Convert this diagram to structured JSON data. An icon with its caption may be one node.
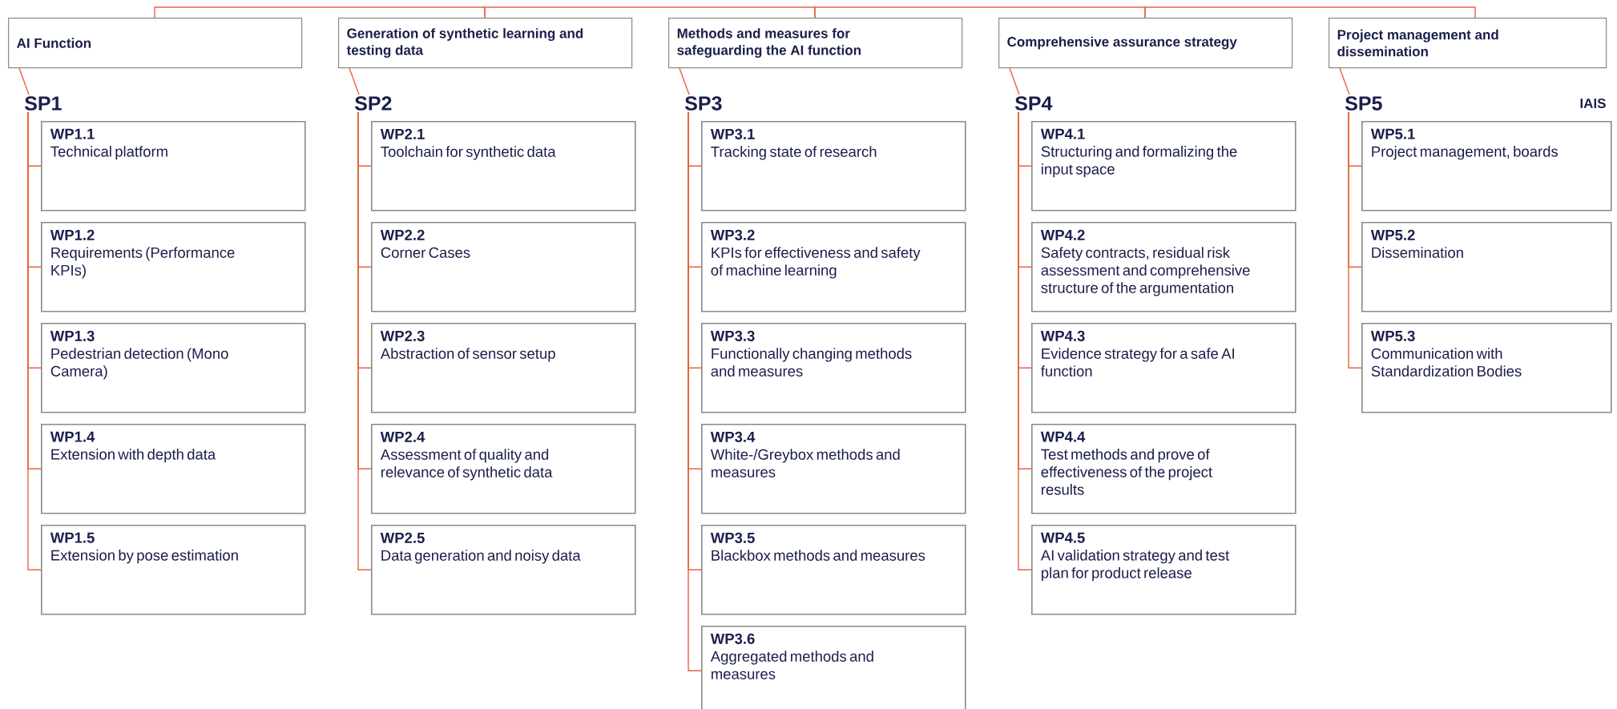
{
  "diagram": {
    "nodes": [
      {
        "text": [
          "AI Function"
        ]
      },
      {
        "text": [
          "SP1"
        ]
      },
      {
        "text": [
          "WP1.1",
          "Technical platform"
        ]
      },
      {
        "text": [
          "WP1.2",
          "Requirements (Performance KPIs)"
        ]
      },
      {
        "text": [
          "WP1.3",
          "Pedestrian detection (Mono Camera)"
        ]
      },
      {
        "text": [
          "WP1.4",
          "Extension with depth data"
        ]
      },
      {
        "text": [
          "WP1.5",
          "Extension by pose estimation"
        ]
      },
      {
        "text": [
          "Generation of synthetic learning and testing data"
        ]
      },
      {
        "text": [
          "SP2"
        ]
      },
      {
        "text": [
          "WP2.1",
          "Toolchain for synthetic data"
        ]
      },
      {
        "text": [
          "WP2.2",
          "Corner Cases"
        ]
      },
      {
        "text": [
          "WP2.3",
          "Abstraction of sensor setup"
        ]
      },
      {
        "text": [
          "WP2.4",
          "Assessment of quality and relevance of synthetic data"
        ]
      },
      {
        "text": [
          "WP2.5",
          "Data generation and noisy data"
        ]
      },
      {
        "text": [
          "Methods and measures for safeguarding the AI function"
        ]
      },
      {
        "text": [
          "SP3"
        ]
      },
      {
        "text": [
          "WP3.1",
          "Tracking state of research"
        ]
      },
      {
        "text": [
          "WP3.2",
          "KPIs for effectiveness and safety of machine learning"
        ]
      },
      {
        "text": [
          "WP3.3",
          "Functionally changing methods and measures"
        ]
      },
      {
        "text": [
          "WP3.4",
          "White-/Greybox methods and measures"
        ]
      },
      {
        "text": [
          "WP3.5",
          "Blackbox methods and measures"
        ]
      },
      {
        "text": [
          "WP3.6",
          "Aggregated methods and measures"
        ]
      },
      {
        "text": [
          "Comprehensive assurance strategy"
        ]
      },
      {
        "text": [
          "SP4"
        ]
      },
      {
        "text": [
          "WP4.1",
          "Structuring and formalizing the input space"
        ]
      },
      {
        "text": [
          "WP4.2",
          "Safety contracts, residual risk assessment and comprehensive structure of the argumentation"
        ]
      },
      {
        "text": [
          "WP4.3",
          "Evidence strategy for a safe AI function"
        ]
      },
      {
        "text": [
          "WP4.4",
          "Test methods and prove of effectiveness of the project results"
        ]
      },
      {
        "text": [
          "WP4.5",
          "AI validation strategy and test plan for product release"
        ]
      },
      {
        "text": [
          "Project management and dissemination"
        ]
      },
      {
        "text": [
          "SP5"
        ]
      },
      {
        "text": [
          "WP5.1",
          "Project management, boards"
        ]
      },
      {
        "text": [
          "WP5.2",
          "Dissemination"
        ]
      },
      {
        "text": [
          "WP5.3",
          "Communication with Standardization Bodies"
        ]
      }
    ],
    "edges": [
      {
        "from": 0,
        "to": 7,
        "arrow": "none"
      },
      {
        "from": 0,
        "to": 1,
        "arrow": "none"
      },
      {
        "from": 1,
        "to": 2,
        "arrow": "none"
      },
      {
        "from": 1,
        "to": 3,
        "arrow": "none"
      },
      {
        "from": 1,
        "to": 4,
        "arrow": "none"
      },
      {
        "from": 1,
        "to": 5,
        "arrow": "none"
      },
      {
        "from": 1,
        "to": 6,
        "arrow": "none"
      },
      {
        "from": 7,
        "to": 14,
        "arrow": "none"
      },
      {
        "from": 7,
        "to": 8,
        "arrow": "none"
      },
      {
        "from": 8,
        "to": 9,
        "arrow": "none"
      },
      {
        "from": 8,
        "to": 10,
        "arrow": "none"
      },
      {
        "from": 8,
        "to": 11,
        "arrow": "none"
      },
      {
        "from": 8,
        "to": 12,
        "arrow": "none"
      },
      {
        "from": 8,
        "to": 13,
        "arrow": "none"
      },
      {
        "from": 14,
        "to": 22,
        "arrow": "none"
      },
      {
        "from": 14,
        "to": 15,
        "arrow": "none"
      },
      {
        "from": 15,
        "to": 16,
        "arrow": "none"
      },
      {
        "from": 15,
        "to": 17,
        "arrow": "none"
      },
      {
        "from": 15,
        "to": 18,
        "arrow": "none"
      },
      {
        "from": 15,
        "to": 19,
        "arrow": "none"
      },
      {
        "from": 15,
        "to": 20,
        "arrow": "none"
      },
      {
        "from": 15,
        "to": 21,
        "arrow": "none"
      },
      {
        "from": 22,
        "to": 29,
        "arrow": "none"
      },
      {
        "from": 22,
        "to": 23,
        "arrow": "none"
      },
      {
        "from": 23,
        "to": 24,
        "arrow": "none"
      },
      {
        "from": 23,
        "to": 25,
        "arrow": "none"
      },
      {
        "from": 23,
        "to": 26,
        "arrow": "none"
      },
      {
        "from": 23,
        "to": 27,
        "arrow": "none"
      },
      {
        "from": 23,
        "to": 28,
        "arrow": "none"
      },
      {
        "from": 29,
        "to": 30,
        "arrow": "none"
      },
      {
        "from": 30,
        "to": 31,
        "arrow": "none"
      },
      {
        "from": 30,
        "to": 32,
        "arrow": "none"
      },
      {
        "from": 30,
        "to": 33,
        "arrow": "none"
      }
    ],
    "labels": [
      "IAIS"
    ]
  }
}
